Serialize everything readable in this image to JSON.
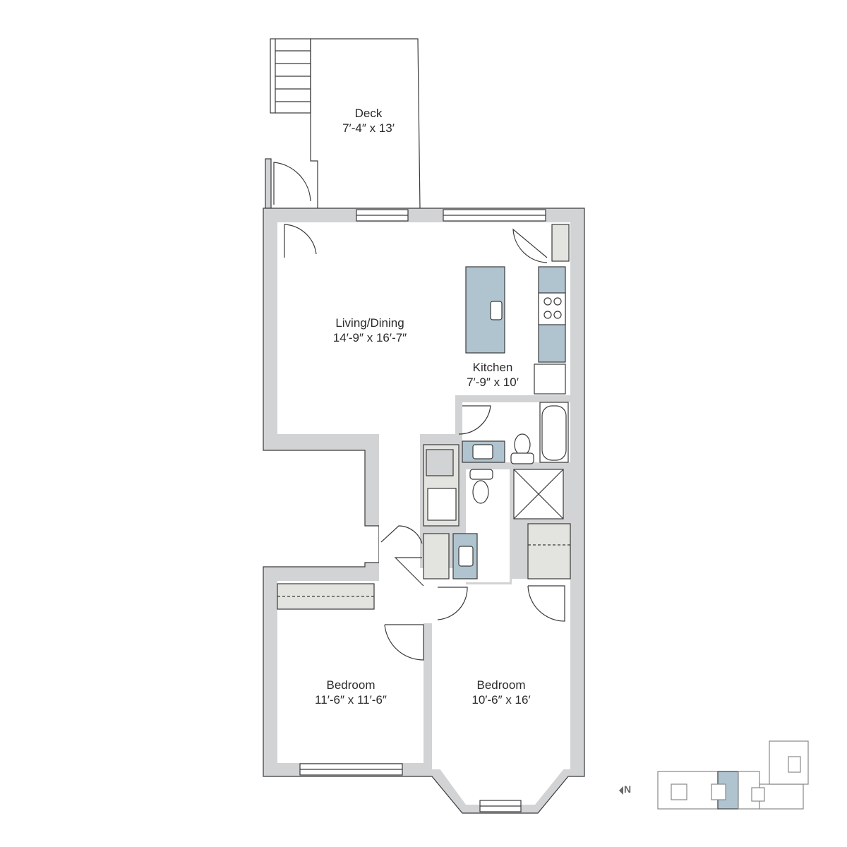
{
  "rooms": {
    "deck": {
      "name": "Deck",
      "size": "7′-4″ x 13′"
    },
    "living": {
      "name": "Living/Dining",
      "size": "14′-9″ x 16′-7″"
    },
    "kitchen": {
      "name": "Kitchen",
      "size": "7′-9″ x 10′"
    },
    "bedroom1": {
      "name": "Bedroom",
      "size": "11′-6″ x 11′-6″"
    },
    "bedroom2": {
      "name": "Bedroom",
      "size": "10′-6″ x 16′"
    }
  },
  "compass": {
    "label": "N",
    "icon": "arrow-left-icon"
  },
  "colors": {
    "wall": "#d2d3d4",
    "fixture_blue": "#b0c4cf",
    "storage": "#e3e3df",
    "line": "#3a3a3a",
    "highlight_unit": "#b0c4cf"
  }
}
